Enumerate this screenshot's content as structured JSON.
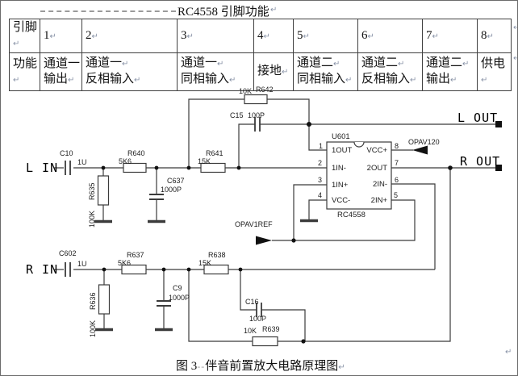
{
  "title": {
    "text": "RC4558 引脚功能"
  },
  "pilcrow": "↵",
  "colors": {
    "wire": "#3b3b3b",
    "text": "#1c1c1c",
    "pilcrow": "#8a94a8",
    "dash": "#9a9a9a"
  },
  "table": {
    "header_col": {
      "row1": "引脚",
      "row2": "功能"
    },
    "pins": [
      "1",
      "2",
      "3",
      "4",
      "5",
      "6",
      "7",
      "8"
    ],
    "functions": [
      [
        "通道一",
        "输出"
      ],
      [
        "通道一",
        "反相输入"
      ],
      [
        "通道一",
        "同相输入"
      ],
      [
        "接地"
      ],
      [
        "通道二",
        "同相输入"
      ],
      [
        "通道二",
        "反相输入"
      ],
      [
        "通道二",
        "输出"
      ],
      [
        "供电"
      ]
    ]
  },
  "sch": {
    "l_in": "L IN",
    "r_in": "R IN",
    "l_out": "L OUT",
    "r_out": "R OUT",
    "c10": "C10",
    "c10_val": "1U",
    "r635": "R635",
    "r635_val": "100K",
    "r640": "R640",
    "r640_val": "5K6",
    "c637": "C637",
    "c637_val": "1000P",
    "r641": "R641",
    "r641_val": "15K",
    "r642": "R642",
    "r642_val": "10K",
    "c15": "C15",
    "c15_val": "100P",
    "u601": "U601",
    "ic_name": "RC4558",
    "pin_nums_left": [
      "1",
      "2",
      "3",
      "4"
    ],
    "pin_nums_right": [
      "8",
      "7",
      "6",
      "5"
    ],
    "pin_labels_left": [
      "1OUT",
      "1IN-",
      "1IN+",
      "VCC-"
    ],
    "pin_labels_right": [
      "VCC+",
      "2OUT",
      "2IN-",
      "2IN+"
    ],
    "opav120": "OPAV120",
    "opav1ref": "OPAV1REF",
    "c602": "C602",
    "c602_val": "1U",
    "r636": "R636",
    "r636_val": "100K",
    "r637": "R637",
    "r637_val": "5K6",
    "c9": "C9",
    "c9_val": "1000P",
    "r638": "R638",
    "r638_val": "15K",
    "c16": "C16",
    "c16_val": "100P",
    "r639": "R639",
    "r639_val": "10K"
  },
  "caption": {
    "fig": "图 3",
    "sep": "--",
    "text": "伴音前置放大电路原理图"
  }
}
